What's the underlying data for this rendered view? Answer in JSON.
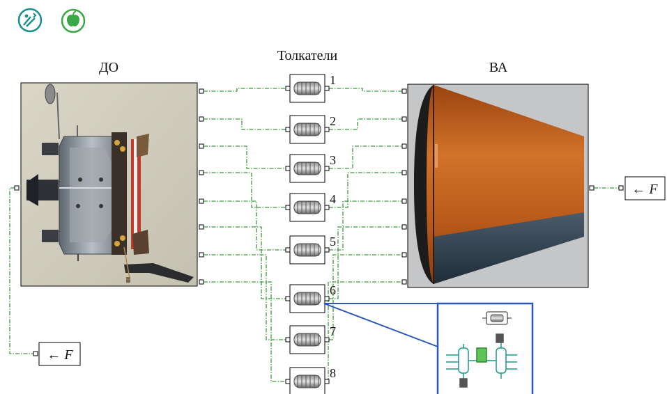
{
  "toolbar": {
    "icons": [
      {
        "name": "physical-modeling-icon",
        "color": "#1a8f8f"
      },
      {
        "name": "apple-icon",
        "color": "#3aa845"
      }
    ]
  },
  "diagram": {
    "left_block_label": "ДО",
    "center_label": "Толкатели",
    "right_block_label": "ВА",
    "pusher_numbers": [
      "1",
      "2",
      "3",
      "4",
      "5",
      "6",
      "7",
      "8"
    ],
    "force_source_text": "← F",
    "force_vector_symbol": "F",
    "colors": {
      "wire": "#3b9a3b",
      "zoom_frame": "#2a57b8",
      "block_border": "#000000",
      "capsule_top": "#c9621e",
      "capsule_bottom": "#2a3d4d"
    }
  }
}
